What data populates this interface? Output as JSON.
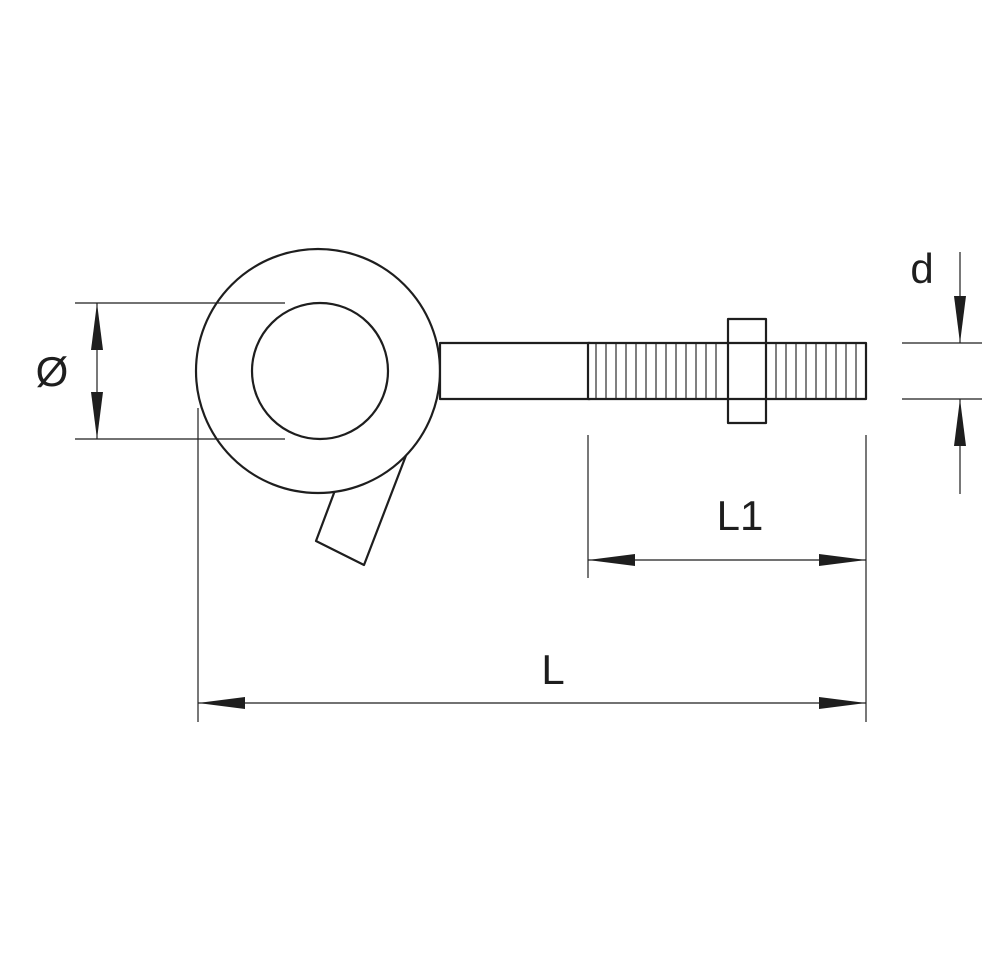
{
  "drawing": {
    "labels": {
      "diameter": "Ø",
      "thread_diameter": "d",
      "thread_length": "L1",
      "overall_length": "L"
    },
    "colors": {
      "line": "#1e1e1e",
      "background": "#ffffff"
    }
  }
}
